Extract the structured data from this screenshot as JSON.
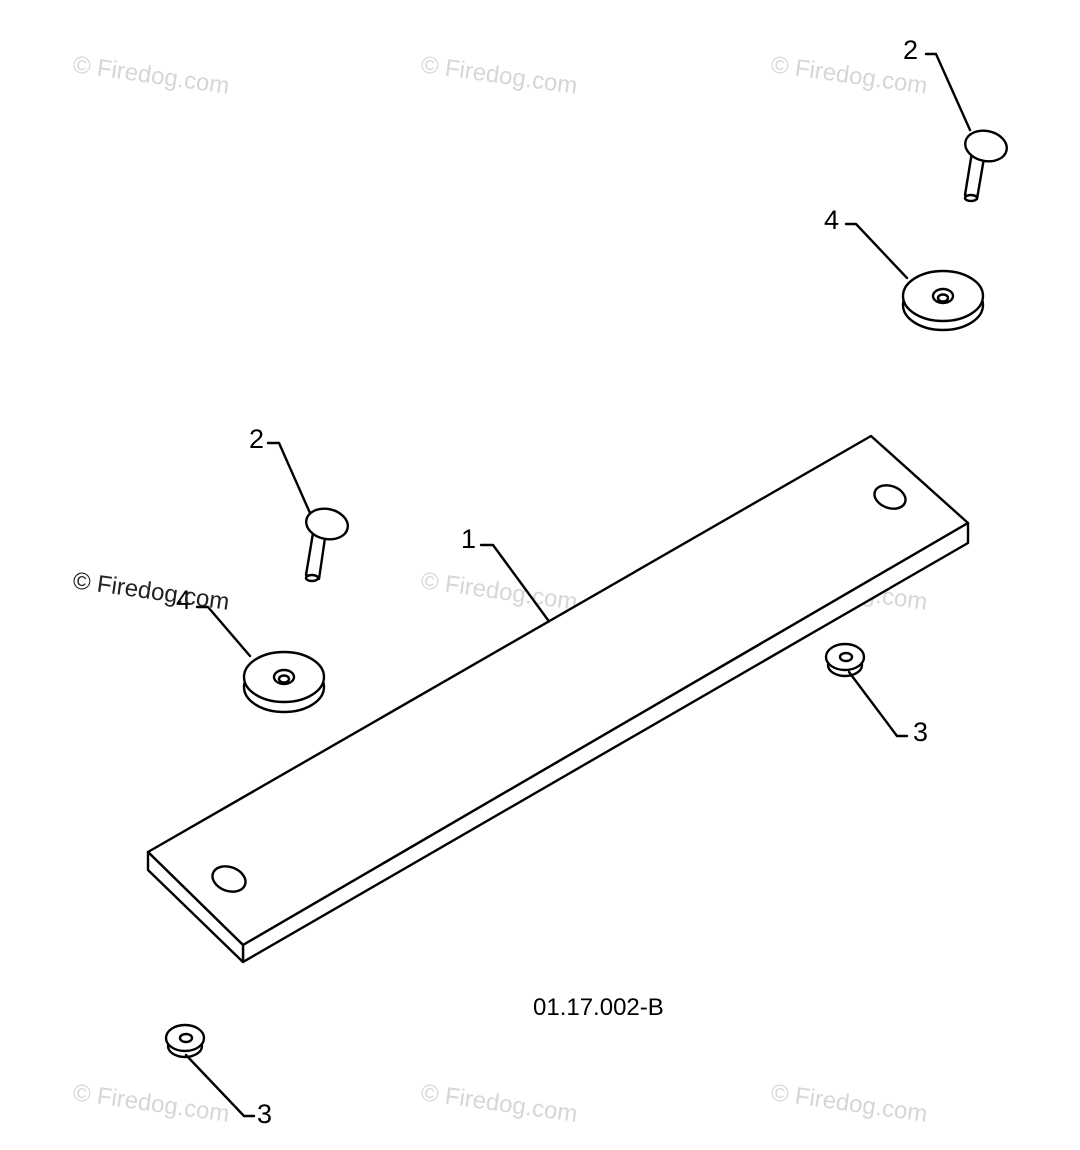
{
  "watermark": "© Firedog.com",
  "diagram_code": "01.17.002-B",
  "callouts": {
    "bar": "1",
    "rivet_top": "2",
    "rivet_mid": "2",
    "washer_top": "4",
    "washer_left": "4",
    "nut_right": "3",
    "nut_bottom": "3"
  }
}
